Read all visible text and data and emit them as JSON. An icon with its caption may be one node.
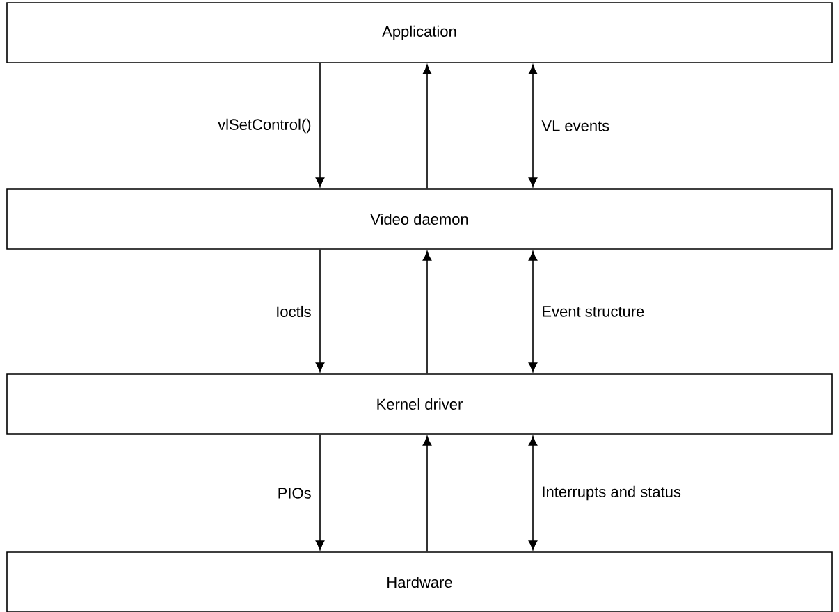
{
  "diagram": {
    "nodes": [
      {
        "text": [
          "Application"
        ]
      },
      {
        "text": [
          "Video daemon"
        ]
      },
      {
        "text": [
          "Kernel driver"
        ]
      },
      {
        "text": [
          "Hardware"
        ]
      }
    ],
    "edges": [
      {
        "from": 0,
        "to": 1,
        "arrow": "to",
        "label": "vlSetControl()"
      },
      {
        "from": 1,
        "to": 0,
        "arrow": "to"
      },
      {
        "from": 0,
        "to": 1,
        "arrow": "both",
        "label": "VL events"
      },
      {
        "from": 1,
        "to": 2,
        "arrow": "to",
        "label": "Ioctls"
      },
      {
        "from": 2,
        "to": 1,
        "arrow": "to"
      },
      {
        "from": 1,
        "to": 2,
        "arrow": "both",
        "label": "Event structure"
      },
      {
        "from": 2,
        "to": 3,
        "arrow": "to",
        "label": "PIOs"
      },
      {
        "from": 3,
        "to": 2,
        "arrow": "to"
      },
      {
        "from": 2,
        "to": 3,
        "arrow": "both",
        "label": "Interrupts and status"
      }
    ]
  }
}
